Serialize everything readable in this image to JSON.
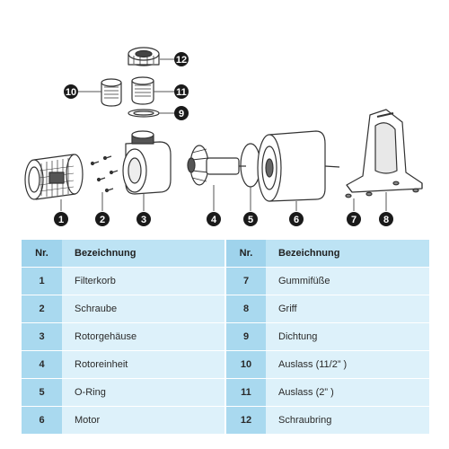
{
  "table": {
    "header": {
      "nr": "Nr.",
      "name": "Bezeichnung"
    },
    "rows": [
      {
        "left": {
          "nr": "1",
          "name": "Filterkorb"
        },
        "right": {
          "nr": "7",
          "name": "Gummifüße"
        }
      },
      {
        "left": {
          "nr": "2",
          "name": "Schraube"
        },
        "right": {
          "nr": "8",
          "name": "Griff"
        }
      },
      {
        "left": {
          "nr": "3",
          "name": "Rotorgehäuse"
        },
        "right": {
          "nr": "9",
          "name": "Dichtung"
        }
      },
      {
        "left": {
          "nr": "4",
          "name": "Rotoreinheit"
        },
        "right": {
          "nr": "10",
          "name": "Auslass (11/2” )"
        }
      },
      {
        "left": {
          "nr": "5",
          "name": "O-Ring"
        },
        "right": {
          "nr": "11",
          "name": "Auslass (2” )"
        }
      },
      {
        "left": {
          "nr": "6",
          "name": "Motor"
        },
        "right": {
          "nr": "12",
          "name": "Schraubring"
        }
      }
    ]
  },
  "callouts": [
    "1",
    "2",
    "3",
    "4",
    "5",
    "6",
    "7",
    "8",
    "9",
    "10",
    "11",
    "12"
  ],
  "colors": {
    "header": "#bde3f4",
    "row": "#ddf1fa",
    "callout": "#1a1a1a"
  }
}
